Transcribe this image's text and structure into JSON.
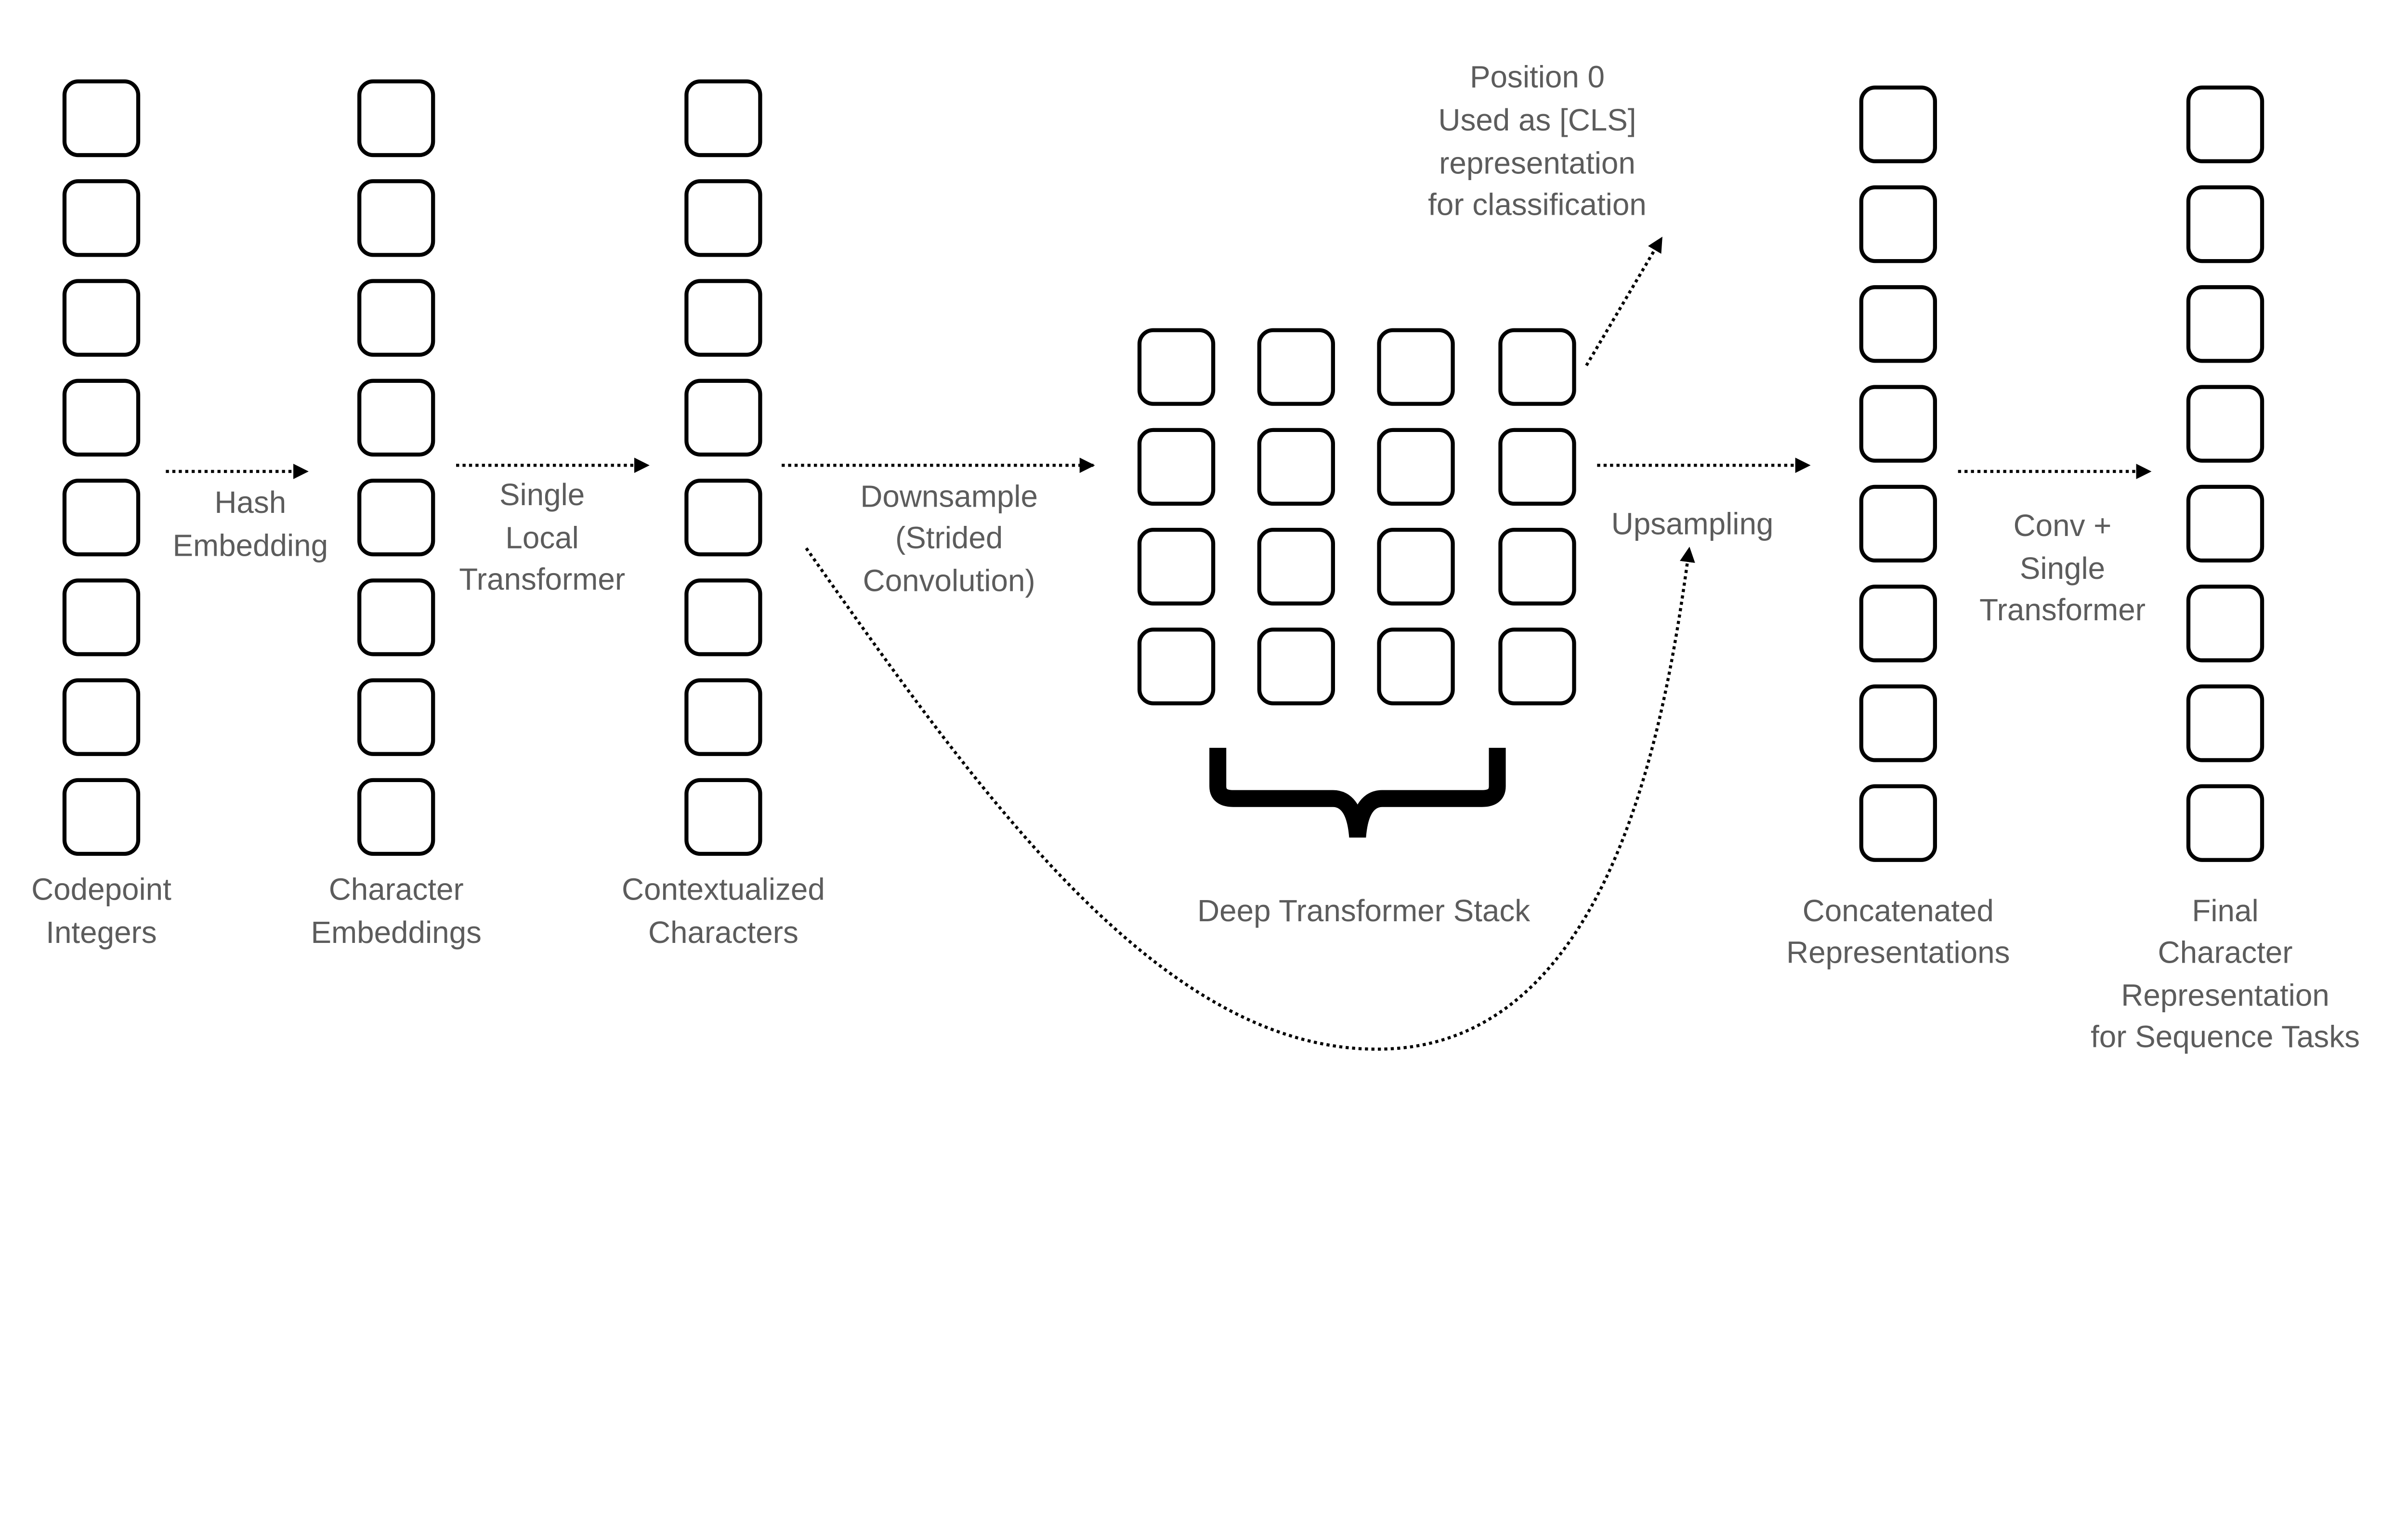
{
  "columns": [
    {
      "label": [
        "Codepoint",
        "Integers"
      ],
      "boxes": 8
    },
    {
      "label": [
        "Character",
        "Embeddings"
      ],
      "boxes": 8
    },
    {
      "label": [
        "Contextualized",
        "Characters"
      ],
      "boxes": 8
    },
    {
      "label": [
        "Concatenated",
        "Representations"
      ],
      "boxes": 8
    },
    {
      "label": [
        "Final",
        "Character",
        "Representation",
        "for Sequence Tasks"
      ],
      "boxes": 8
    }
  ],
  "grid": {
    "rows": 4,
    "cols": 4,
    "label": [
      "Deep Transformer Stack"
    ]
  },
  "steps": [
    {
      "label": [
        "Hash",
        "Embedding"
      ]
    },
    {
      "label": [
        "Single",
        "Local",
        "Transformer"
      ]
    },
    {
      "label": [
        "Downsample",
        "(Strided",
        "Convolution)"
      ]
    },
    {
      "label": [
        "Upsampling"
      ]
    },
    {
      "label": [
        "Conv +",
        "Single",
        "Transformer"
      ]
    }
  ],
  "cls_note": {
    "label": [
      "Position 0",
      "Used as [CLS]",
      "representation",
      "for classification"
    ]
  },
  "colors": {
    "box_stroke": "#000000",
    "label_text": "#5c5c5c"
  }
}
